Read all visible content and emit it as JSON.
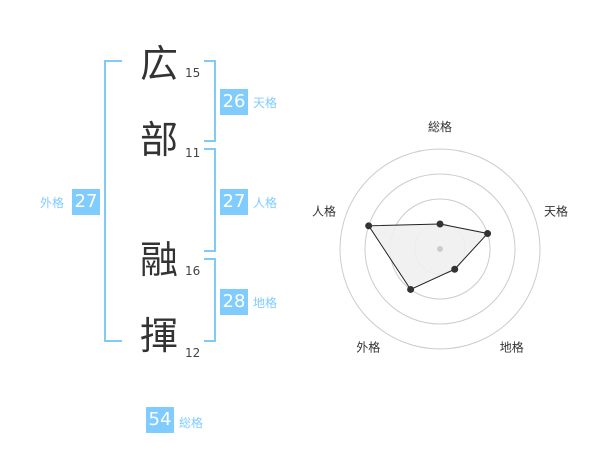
{
  "name": {
    "chars": [
      {
        "char": "広",
        "strokes": "15"
      },
      {
        "char": "部",
        "strokes": "11"
      },
      {
        "char": "融",
        "strokes": "16"
      },
      {
        "char": "揮",
        "strokes": "12"
      }
    ]
  },
  "fortune": {
    "tenkaku": {
      "value": "26",
      "label": "天格"
    },
    "jinkaku": {
      "value": "27",
      "label": "人格"
    },
    "chikaku": {
      "value": "28",
      "label": "地格"
    },
    "gaikaku": {
      "value": "27",
      "label": "外格"
    },
    "soukaku": {
      "value": "54",
      "label": "総格"
    }
  },
  "colors": {
    "accent": "#80ccff",
    "bracket": "#7fcbf5",
    "text": "#333333",
    "radar_fill": "#f0f0f0",
    "radar_ring": "#cccccc"
  },
  "chart_data": {
    "type": "radar",
    "axes": [
      "総格",
      "天格",
      "地格",
      "外格",
      "人格"
    ],
    "values": [
      1,
      2,
      1,
      2,
      3
    ],
    "max": 4,
    "grid": true
  }
}
